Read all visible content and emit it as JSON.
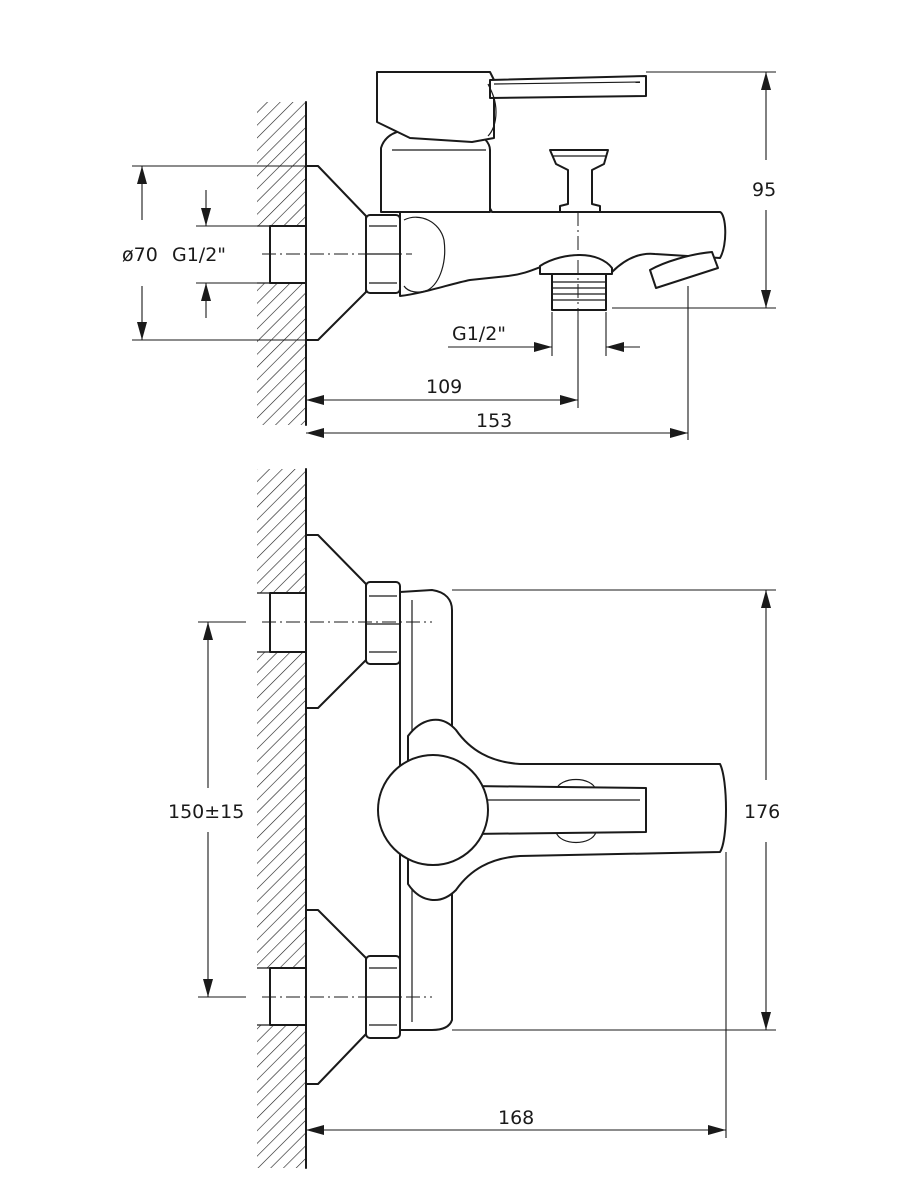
{
  "top_view": {
    "label_diameter": "ø70",
    "label_inlet_thread": "G1/2\"",
    "label_outlet_thread": "G1/2\"",
    "dim_height": "95",
    "dim_outlet_offset": "109",
    "dim_spout_reach": "153"
  },
  "front_view": {
    "dim_inlet_spacing": "150±15",
    "dim_body_height": "176",
    "dim_total_depth": "168"
  }
}
